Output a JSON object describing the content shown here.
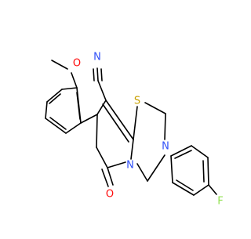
{
  "atoms": [
    {
      "id": "o_methoxy",
      "label": "O",
      "color": "#ff0d0d"
    },
    {
      "id": "n_nitrile",
      "label": "N",
      "color": "#3050f8"
    },
    {
      "id": "s_ring",
      "label": "S",
      "color": "#c8a000"
    },
    {
      "id": "n_ring_fused",
      "label": "N",
      "color": "#3050f8"
    },
    {
      "id": "n_ring_aryl",
      "label": "N",
      "color": "#3050f8"
    },
    {
      "id": "o_carbonyl",
      "label": "O",
      "color": "#ff0d0d"
    },
    {
      "id": "f_aryl",
      "label": "F",
      "color": "#90e050"
    }
  ],
  "bond_color": "#000000",
  "background": "#ffffff"
}
